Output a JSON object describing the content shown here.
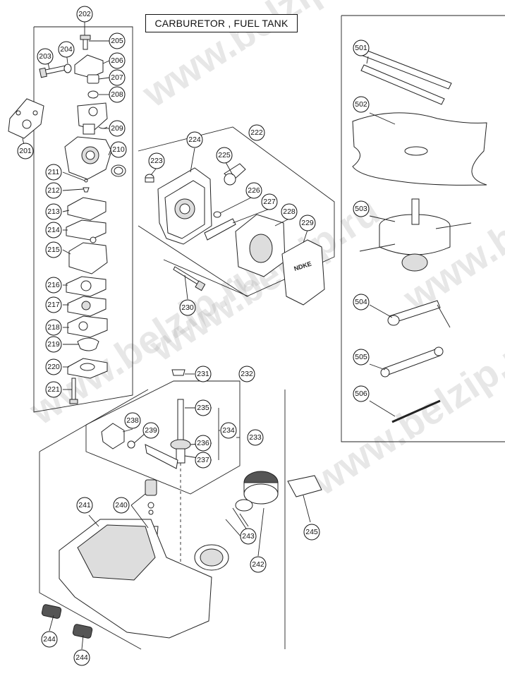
{
  "title": "CARBURETOR , FUEL TANK",
  "watermark_text": "www.belzip.ru",
  "tank_brand": "NDKE",
  "parts": {
    "p201": "201",
    "p202": "202",
    "p203": "203",
    "p204": "204",
    "p205": "205",
    "p206": "206",
    "p207": "207",
    "p208": "208",
    "p209": "209",
    "p210": "210",
    "p211": "211",
    "p212": "212",
    "p213": "213",
    "p214": "214",
    "p215": "215",
    "p216": "216",
    "p217": "217",
    "p218": "218",
    "p219": "219",
    "p220": "220",
    "p221": "221",
    "p222": "222",
    "p223": "223",
    "p224": "224",
    "p225": "225",
    "p226": "226",
    "p227": "227",
    "p228": "228",
    "p229": "229",
    "p230": "230",
    "p231": "231",
    "p232": "232",
    "p233": "233",
    "p234": "234",
    "p235": "235",
    "p236": "236",
    "p237": "237",
    "p238": "238",
    "p239": "239",
    "p240": "240",
    "p241": "241",
    "p242": "242",
    "p243": "243",
    "p244a": "244",
    "p244b": "244",
    "p245": "245",
    "p501": "501",
    "p502": "502",
    "p503": "503",
    "p504": "504",
    "p505": "505",
    "p506": "506"
  }
}
